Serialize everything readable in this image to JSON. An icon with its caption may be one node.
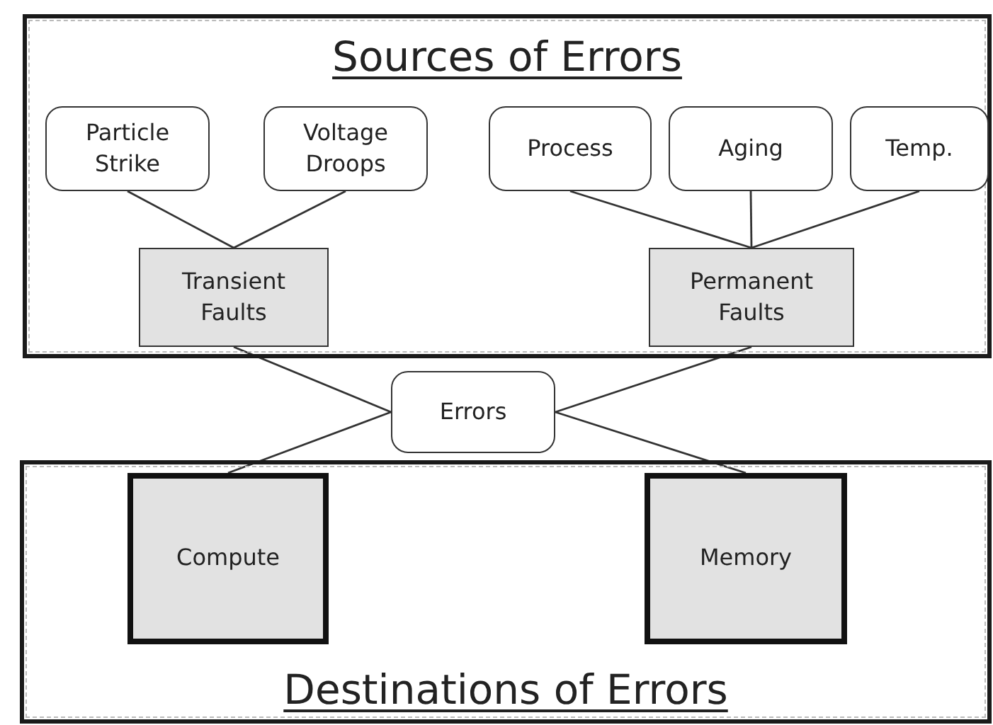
{
  "diagram": {
    "nodes": [
      {
        "text": [
          "Sources of Errors"
        ]
      },
      {
        "text": [
          "Particle Strike"
        ],
        "in": 0
      },
      {
        "text": [
          "Voltage Droops"
        ],
        "in": 0
      },
      {
        "text": [
          "Process"
        ],
        "in": 0
      },
      {
        "text": [
          "Aging"
        ],
        "in": 0
      },
      {
        "text": [
          "Temp."
        ],
        "in": 0
      },
      {
        "text": [
          "Transient Faults"
        ],
        "in": 0
      },
      {
        "text": [
          "Permanent Faults"
        ],
        "in": 0
      },
      {
        "text": [
          "Errors"
        ]
      },
      {
        "text": [
          "Destinations of Errors"
        ]
      },
      {
        "text": [
          "Compute"
        ],
        "in": 9
      },
      {
        "text": [
          "Memory"
        ],
        "in": 9
      }
    ],
    "edges": [
      {
        "from": 1,
        "to": 6,
        "arrow": "none"
      },
      {
        "from": 2,
        "to": 6,
        "arrow": "none"
      },
      {
        "from": 3,
        "to": 7,
        "arrow": "none"
      },
      {
        "from": 4,
        "to": 7,
        "arrow": "none"
      },
      {
        "from": 5,
        "to": 7,
        "arrow": "none"
      },
      {
        "from": 6,
        "to": 8,
        "arrow": "none"
      },
      {
        "from": 7,
        "to": 8,
        "arrow": "none"
      },
      {
        "from": 8,
        "to": 10,
        "arrow": "none"
      },
      {
        "from": 8,
        "to": 11,
        "arrow": "none"
      }
    ]
  }
}
